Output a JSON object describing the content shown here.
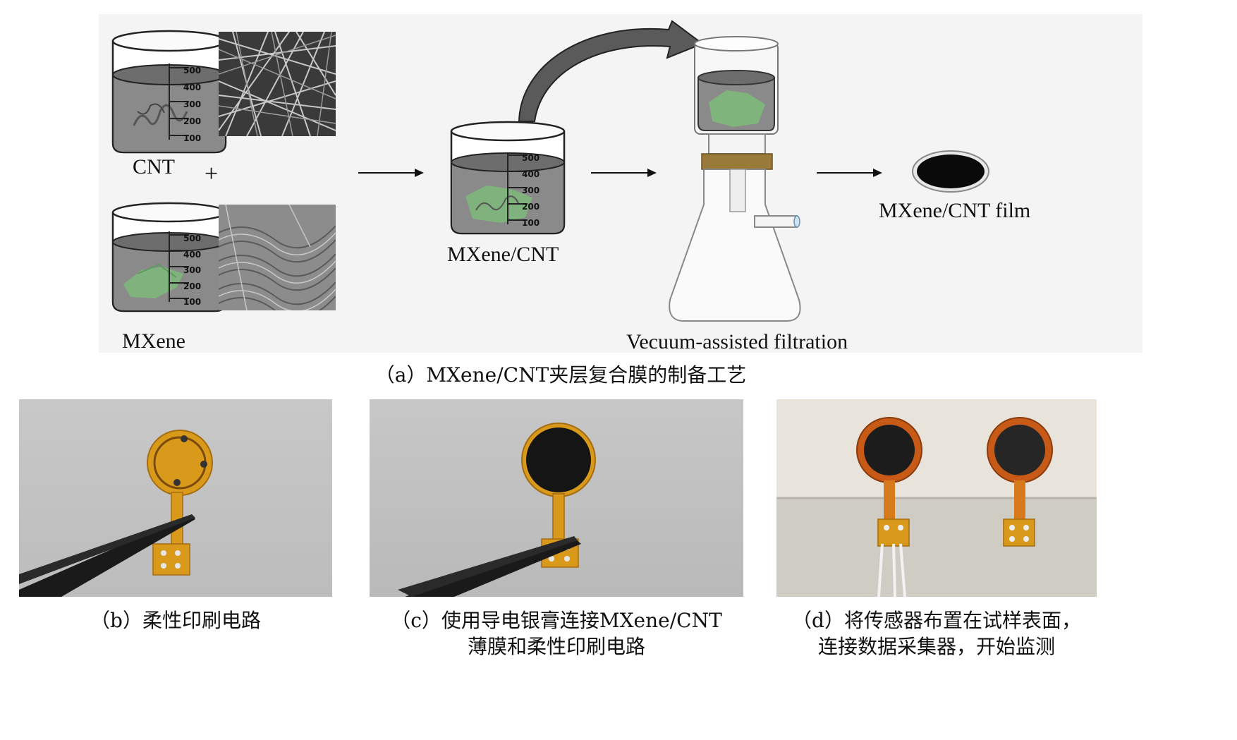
{
  "panel_a": {
    "cnt_label": "CNT",
    "plus": "+",
    "mxene_label": "MXene",
    "mix_label": "MXene/CNT",
    "filtration_label": "Vecuum-assisted filtration",
    "film_label": "MXene/CNT film",
    "beaker_scale": [
      "500",
      "400",
      "300",
      "200",
      "100"
    ],
    "caption": "（a）MXene/CNT夹层复合膜的制备工艺"
  },
  "panel_b": {
    "caption": "（b）柔性印刷电路"
  },
  "panel_c": {
    "caption_line1": "（c）使用导电银膏连接MXene/CNT",
    "caption_line2": "薄膜和柔性印刷电路"
  },
  "panel_d": {
    "caption_line1": "（d）将传感器布置在试样表面，",
    "caption_line2": "连接数据采集器，开始监测"
  },
  "colors": {
    "liquid": "#8a8a8a",
    "mxene_green": "#7db87a",
    "film_black": "#0a0a0a",
    "pcb_gold": "#d99a1c",
    "photo_gray": "#bdbdbd",
    "stopper": "#9a7a3a"
  }
}
